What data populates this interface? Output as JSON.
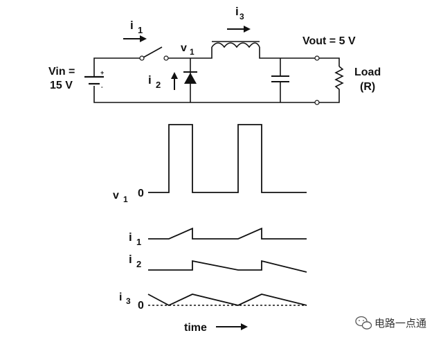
{
  "circuit": {
    "vin_label": "Vin =",
    "vin_value": "15 V",
    "battery_plus": "+",
    "battery_minus": "-",
    "i1_main": "i",
    "i1_sub": "1",
    "i2_main": "i",
    "i2_sub": "2",
    "i3_main": "i",
    "i3_sub": "3",
    "v1_main": "v",
    "v1_sub": "1",
    "vout_label": "Vout  = 5 V",
    "load_label": "Load",
    "load_r": "(R)"
  },
  "waveforms": {
    "v1_main": "v",
    "v1_sub": "1",
    "v1_zero": "0",
    "i1_main": "i",
    "i1_sub": "1",
    "i2_main": "i",
    "i2_sub": "2",
    "i3_main": "i",
    "i3_sub": "3",
    "i3_zero": "0",
    "time_label": "time"
  },
  "watermark": {
    "text": "电路一点通"
  }
}
